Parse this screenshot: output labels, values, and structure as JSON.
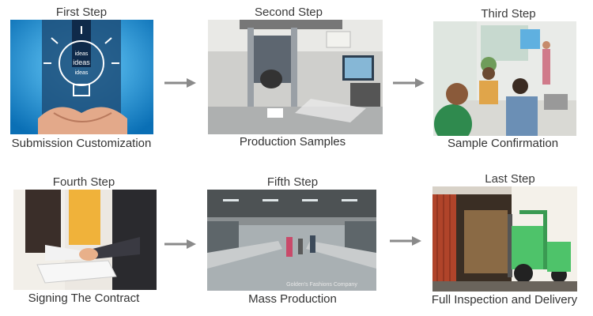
{
  "steps": [
    {
      "title": "First Step",
      "caption": "Submission Customization",
      "photo_text": [
        "ideas",
        "ideas",
        "ideas"
      ]
    },
    {
      "title": "Second Step",
      "caption": "Production Samples"
    },
    {
      "title": "Third Step",
      "caption": "Sample Confirmation"
    },
    {
      "title": "Fourth Step",
      "caption": "Signing The Contract"
    },
    {
      "title": "Fifth Step",
      "caption": "Mass Production",
      "photo_text": [
        "Golden's Fashions Company"
      ]
    },
    {
      "title": "Last Step",
      "caption": "Full Inspection and Delivery"
    }
  ],
  "colors": {
    "arrow": "#8a8a8a",
    "text": "#333333"
  },
  "icons": {
    "arrow": "right-arrow-icon"
  }
}
